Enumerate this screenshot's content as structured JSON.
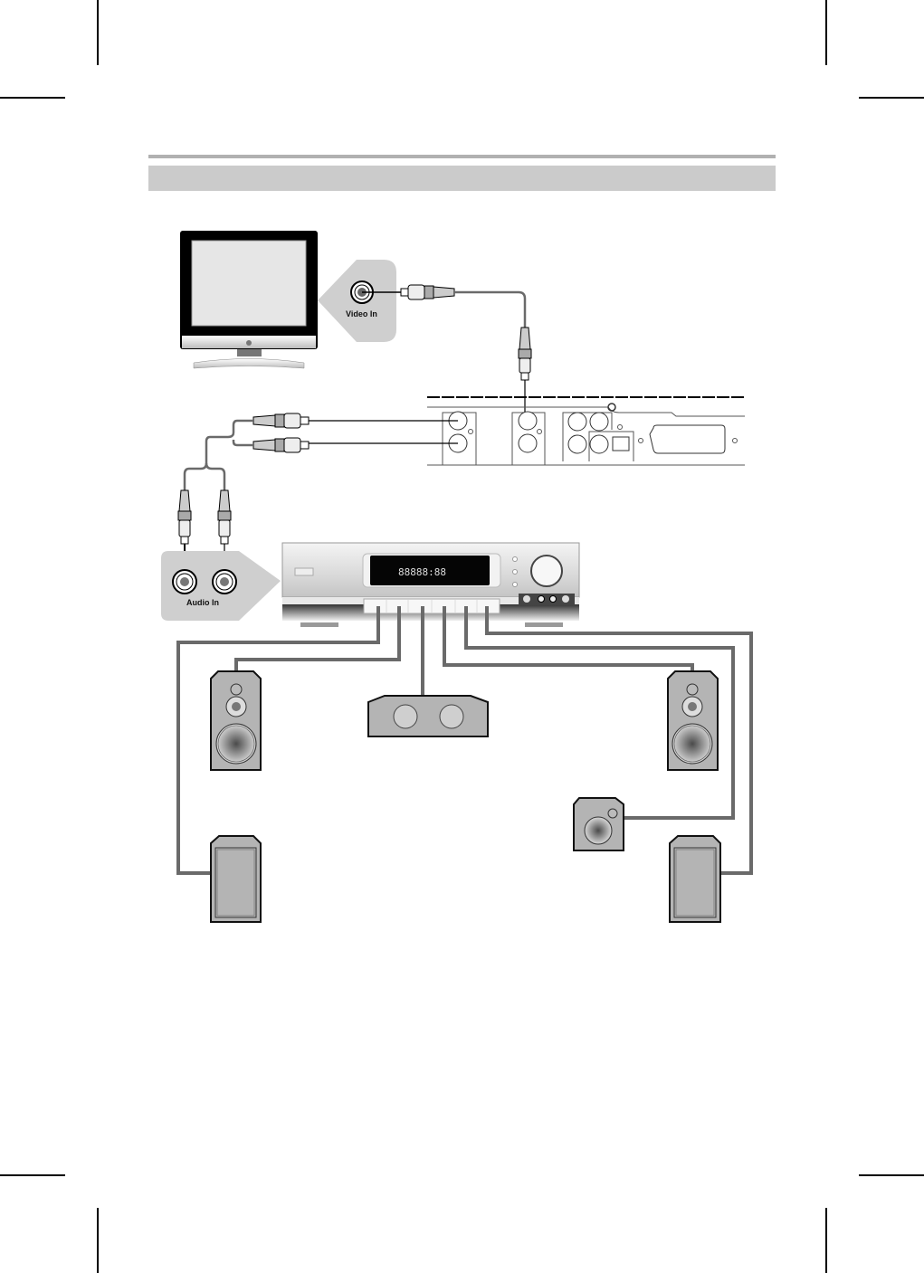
{
  "page": {
    "header_bar_title": "",
    "colors": {
      "rule": "#b1b1b1",
      "header_bar": "#cbcbcb",
      "callout": "#cfcfcf",
      "wire": "#6a6a6a",
      "speaker_body": "#b4b4b4",
      "outline": "#111111"
    }
  },
  "diagram": {
    "tv": {
      "callout_label": "Video In"
    },
    "receiver": {
      "callout_label": "Audio In",
      "display_text": "88888:88",
      "speaker_terminals": 6
    },
    "dvd_rear_panel": {
      "audio_out_jacks": 2,
      "video_out_jacks": 2,
      "component_jacks": 4,
      "optical_out": 1,
      "scart": 1
    },
    "speakers": [
      {
        "id": "front-left",
        "type": "floorstanding"
      },
      {
        "id": "center",
        "type": "center"
      },
      {
        "id": "front-right",
        "type": "floorstanding"
      },
      {
        "id": "subwoofer",
        "type": "subwoofer"
      },
      {
        "id": "rear-left",
        "type": "surround"
      },
      {
        "id": "rear-right",
        "type": "surround"
      }
    ]
  }
}
